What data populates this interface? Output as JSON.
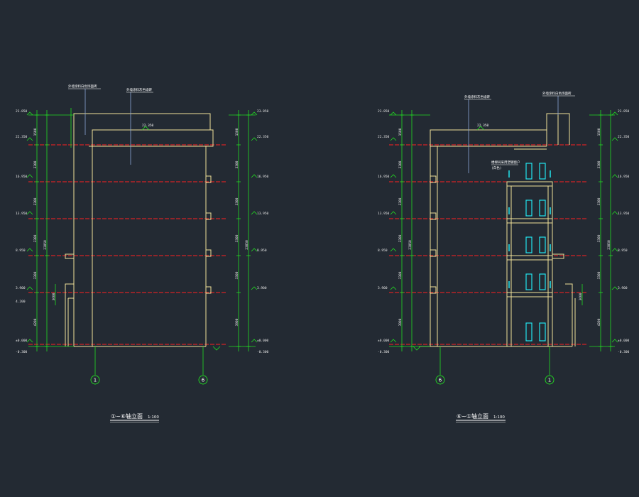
{
  "drawings": [
    {
      "id": "left",
      "title": "①~⑥轴立面",
      "scale": "1:100",
      "axis_labels": [
        "1",
        "6"
      ],
      "top_annotations": [
        "外墙涂料白色饰面砖",
        "外墙涂料灰色墙砖"
      ],
      "roof_label": "22.350",
      "levels_left": [
        "23.850",
        "22.350",
        "16.950",
        "13.950",
        "8.950",
        "3.900",
        "4.200",
        "±0.000",
        "-0.300"
      ],
      "levels_right": [
        "23.850",
        "22.350",
        "16.950",
        "13.950",
        "8.950",
        "3.900",
        "±0.000",
        "-0.300"
      ],
      "dims_left": [
        "1500",
        "3300",
        "3300",
        "3300",
        "3300",
        "4200",
        "3600"
      ],
      "dims_right": [
        "1500",
        "3300",
        "3300",
        "3300",
        "3300",
        "3900"
      ],
      "total_left": "23850",
      "total_right": "23850"
    },
    {
      "id": "right",
      "title": "⑥~①轴立面",
      "scale": "1:100",
      "axis_labels": [
        "6",
        "1"
      ],
      "top_annotations": [
        "外墙涂料灰色墙砖",
        "外墙涂料白色饰面砖"
      ],
      "roof_label": "22.350",
      "stair_note": "楼梯间采用塑钢窗户",
      "stair_note2": "(白色)",
      "levels_left": [
        "23.850",
        "22.350",
        "16.950",
        "13.950",
        "8.950",
        "3.900",
        "±0.000",
        "-0.300"
      ],
      "levels_right": [
        "23.850",
        "22.350",
        "16.950",
        "13.950",
        "8.950",
        "3.900",
        "±0.000",
        "-0.300"
      ],
      "dims_left": [
        "1500",
        "3300",
        "3300",
        "3300",
        "3300",
        "3900"
      ],
      "dims_right": [
        "1500",
        "3300",
        "3300",
        "3300",
        "3300",
        "4200",
        "3600"
      ],
      "total_left": "23850",
      "total_right": "23850"
    }
  ]
}
